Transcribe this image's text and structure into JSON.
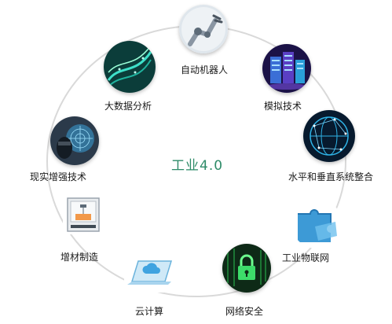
{
  "center": {
    "title": "工业4.0"
  },
  "nodes": [
    {
      "key": "robot",
      "label": "自动机器人",
      "icon": "robot-arm-icon"
    },
    {
      "key": "sim",
      "label": "模拟技术",
      "icon": "server-rack-icon"
    },
    {
      "key": "integration",
      "label": "水平和垂直系统整合",
      "icon": "network-globe-icon"
    },
    {
      "key": "iot",
      "label": "工业物联网",
      "icon": "puzzle-icon"
    },
    {
      "key": "security",
      "label": "网络安全",
      "icon": "lock-icon"
    },
    {
      "key": "cloud",
      "label": "云计算",
      "icon": "cloud-device-icon"
    },
    {
      "key": "additive",
      "label": "增材制造",
      "icon": "3d-printer-icon"
    },
    {
      "key": "ar",
      "label": "现实增强技术",
      "icon": "ar-headset-icon"
    },
    {
      "key": "bigdata",
      "label": "大数据分析",
      "icon": "data-stream-icon"
    }
  ],
  "colors": {
    "ring": "#d9d9d9",
    "title": "#2e8b68"
  }
}
